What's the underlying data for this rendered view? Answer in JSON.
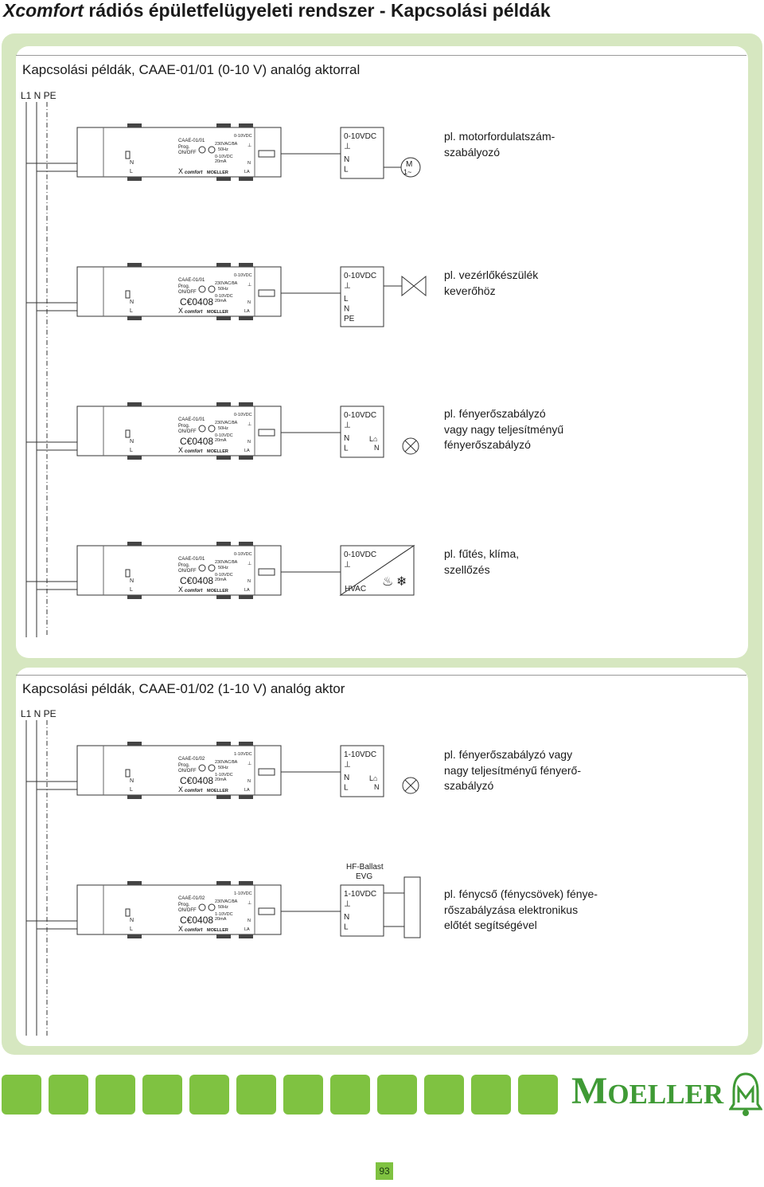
{
  "page": {
    "title_brand": "Xcomfort",
    "title_rest": " rádiós épületfelügyeleti rendszer - Kapcsolási példák",
    "page_number": "93"
  },
  "supply_label": "L1 N PE",
  "sections": [
    {
      "heading": "Kapcsolási példák, CAAE-01/01 (0-10 V) analóg aktorral",
      "examples": [
        {
          "device_model": "CAAE-01/01",
          "cert": "",
          "ctrl_range": "0-10VDC",
          "load_terminals": [
            "0-10VDC",
            "⊥",
            "N",
            "L"
          ],
          "load_extra": [
            "M",
            "1~"
          ],
          "description": "pl. motorfordulatszám-\nszabályozó"
        },
        {
          "device_model": "CAAE-01/01",
          "cert": "0408",
          "ctrl_range": "0-10VDC",
          "load_terminals": [
            "0-10VDC",
            "⊥",
            "L",
            "N",
            "PE"
          ],
          "load_extra": [],
          "description": "pl. vezérlőkészülék\nkeverőhöz"
        },
        {
          "device_model": "CAAE-01/01",
          "cert": "0408",
          "ctrl_range": "0-10VDC",
          "load_terminals": [
            "0-10VDC",
            "⊥",
            "N",
            "L"
          ],
          "load_extra": [
            "L",
            "N"
          ],
          "description": "pl. fényerőszabályzó\nvagy nagy teljesítményű\nfényerőszabályzó"
        },
        {
          "device_model": "CAAE-01/01",
          "cert": "0408",
          "ctrl_range": "0-10VDC",
          "load_terminals": [
            "0-10VDC",
            "⊥"
          ],
          "load_extra": [
            "HVAC"
          ],
          "description": "pl. fűtés, klíma,\nszellőzés"
        }
      ]
    },
    {
      "heading": "Kapcsolási példák, CAAE-01/02 (1-10 V) analóg aktor",
      "examples": [
        {
          "device_model": "CAAE-01/02",
          "cert": "0408",
          "ctrl_range": "1-10VDC",
          "load_terminals": [
            "1-10VDC",
            "⊥",
            "N",
            "L"
          ],
          "load_extra": [
            "L",
            "N"
          ],
          "description": "pl. fényerőszabályzó vagy\nnagy teljesítményű fényerő-\nszabályzó"
        },
        {
          "device_model": "CAAE-01/02",
          "cert": "0408",
          "ctrl_range": "1-10VDC",
          "load_terminals": [
            "1-10VDC",
            "⊥",
            "N",
            "L"
          ],
          "load_extra": [
            "HF-Ballast",
            "EVG"
          ],
          "description": "pl. fénycső (fénycsövek) fénye-\nrőszabályzása elektronikus\nelőtét segítségével"
        }
      ]
    }
  ],
  "device_labels": {
    "prog": "Prog.",
    "onoff": "ON/OFF",
    "rating": "230VAC/8A",
    "freq": "50Hz",
    "current": "20mA",
    "brand": "comfort",
    "maker": "MOELLER",
    "term_n": "N",
    "term_l": "L",
    "term_la": "LA"
  },
  "footer": {
    "logo_first": "M",
    "logo_rest": "OELLER"
  },
  "colors": {
    "accent": "#7fc241",
    "panel_bg": "#d6e7c0",
    "logo": "#3f9a35",
    "line": "#333333"
  }
}
